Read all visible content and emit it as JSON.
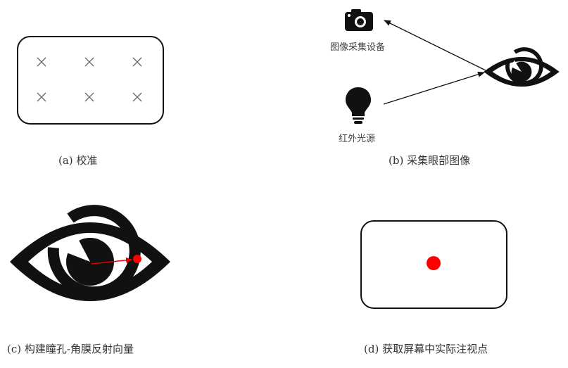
{
  "panels": {
    "a": {
      "caption": "(a) 校准",
      "calibration_points": 6,
      "grid": {
        "rows": 2,
        "cols": 3
      },
      "marker": "×"
    },
    "b": {
      "caption": "(b) 采集眼部图像",
      "camera_label": "图像采集设备",
      "light_label": "红外光源"
    },
    "c": {
      "caption": "(c) 构建瞳孔-角膜反射向量"
    },
    "d": {
      "caption": "(d) 获取屏幕中实际注视点"
    }
  },
  "colors": {
    "stroke": "#111111",
    "marker": "#666666",
    "highlight": "#ff0000",
    "vector": "#e00000"
  }
}
